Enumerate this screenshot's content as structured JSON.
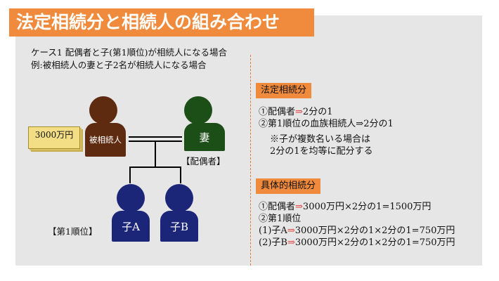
{
  "title": "法定相続分と相続人の組み合わせ",
  "case_line1": "ケース1 配偶者と子(第1順位)が相続人になる場合",
  "case_line2": "例:被相続人の妻と子2名が相続人になる場合",
  "diagram": {
    "money": "3000万円",
    "decedent": "被相続人",
    "spouse": "妻",
    "spouse_label": "【配偶者】",
    "child_a": "子A",
    "child_b": "子B",
    "first_rank_label": "【第1順位】"
  },
  "legal_share": {
    "heading": "法定相続分",
    "line1_pre": "①配偶者",
    "line1_post": "2分の1",
    "line2_pre": "②第1順位の血族相続人",
    "line2_post": "2分の1",
    "note1": "※子が複数名いる場合は",
    "note2": "2分の1を均等に配分する"
  },
  "concrete_share": {
    "heading": "具体的相続分",
    "line1_pre": "①配偶者",
    "line1_post": "3000万円×2分の1=1500万円",
    "line2": "②第1順位",
    "line3_pre": "(1)子A",
    "line3_post": "3000万円×2分の1×2分の1=750万円",
    "line4_pre": "(2)子B",
    "line4_post": "3000万円×2分の1×2分の1=750万円"
  },
  "arrow": "⇒",
  "colors": {
    "accent": "#f08a3c",
    "arrow": "#e03a3a",
    "decedent": "#5e2b10",
    "spouse": "#1c4e17",
    "children": "#1c2678"
  }
}
